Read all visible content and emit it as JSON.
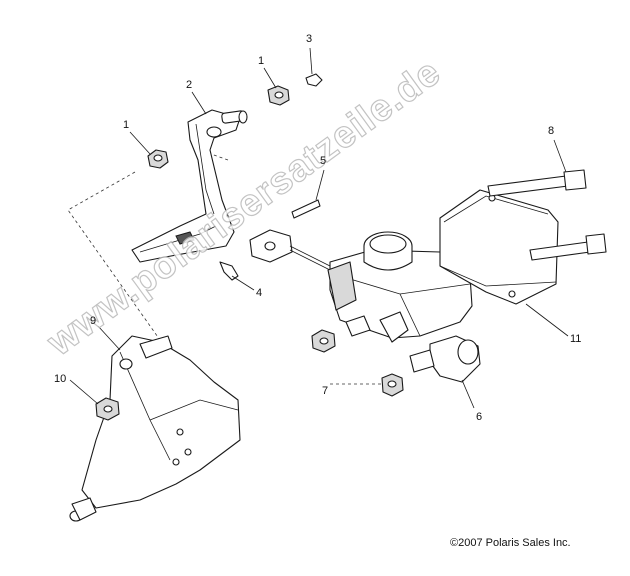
{
  "labels": {
    "l1a": "1",
    "l1b": "1",
    "l2": "2",
    "l3": "3",
    "l4": "4",
    "l5": "5",
    "l6": "6",
    "l7": "7",
    "l8": "8",
    "l9": "9",
    "l10": "10",
    "l11": "11"
  },
  "copyright": "©2007 Polaris Sales Inc.",
  "watermark": "www.polarisersatzeile.de"
}
